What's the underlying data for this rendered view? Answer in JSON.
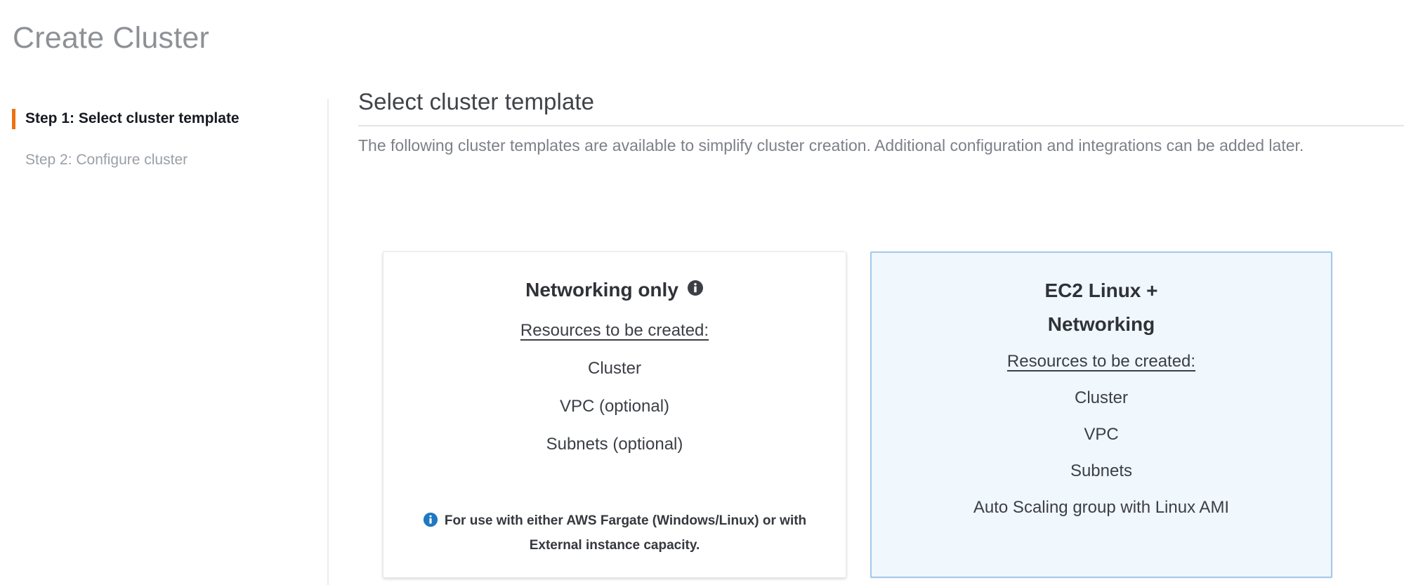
{
  "header": {
    "title": "Create Cluster"
  },
  "sidebar": {
    "steps": [
      {
        "label": "Step 1: Select cluster template",
        "state": "active"
      },
      {
        "label": "Step 2: Configure cluster",
        "state": "inactive"
      }
    ]
  },
  "main": {
    "section_title": "Select cluster template",
    "description": "The following cluster templates are available to simplify cluster creation. Additional configuration and integrations can be added later."
  },
  "cards": [
    {
      "title": "Networking only",
      "has_info_icon": true,
      "info_icon_name": "info-icon",
      "resources_label": "Resources to be created:",
      "resources": [
        "Cluster",
        "VPC (optional)",
        "Subnets (optional)"
      ],
      "note": "For use with either AWS Fargate (Windows/Linux) or with External instance capacity.",
      "selected": false
    },
    {
      "title_line1": "EC2 Linux +",
      "title_line2": "Networking",
      "resources_label": "Resources to be created:",
      "resources": [
        "Cluster",
        "VPC",
        "Subnets",
        "Auto Scaling group with Linux AMI"
      ],
      "selected": true
    }
  ],
  "colors": {
    "accent_orange": "#ec7211",
    "selected_card_bg": "#f0f7fd",
    "selected_card_border": "#a3c9ea",
    "info_blue": "#1f78c1",
    "title_gray": "#8d9196",
    "text_dark": "#2f3237",
    "text_muted": "#7c8088"
  }
}
